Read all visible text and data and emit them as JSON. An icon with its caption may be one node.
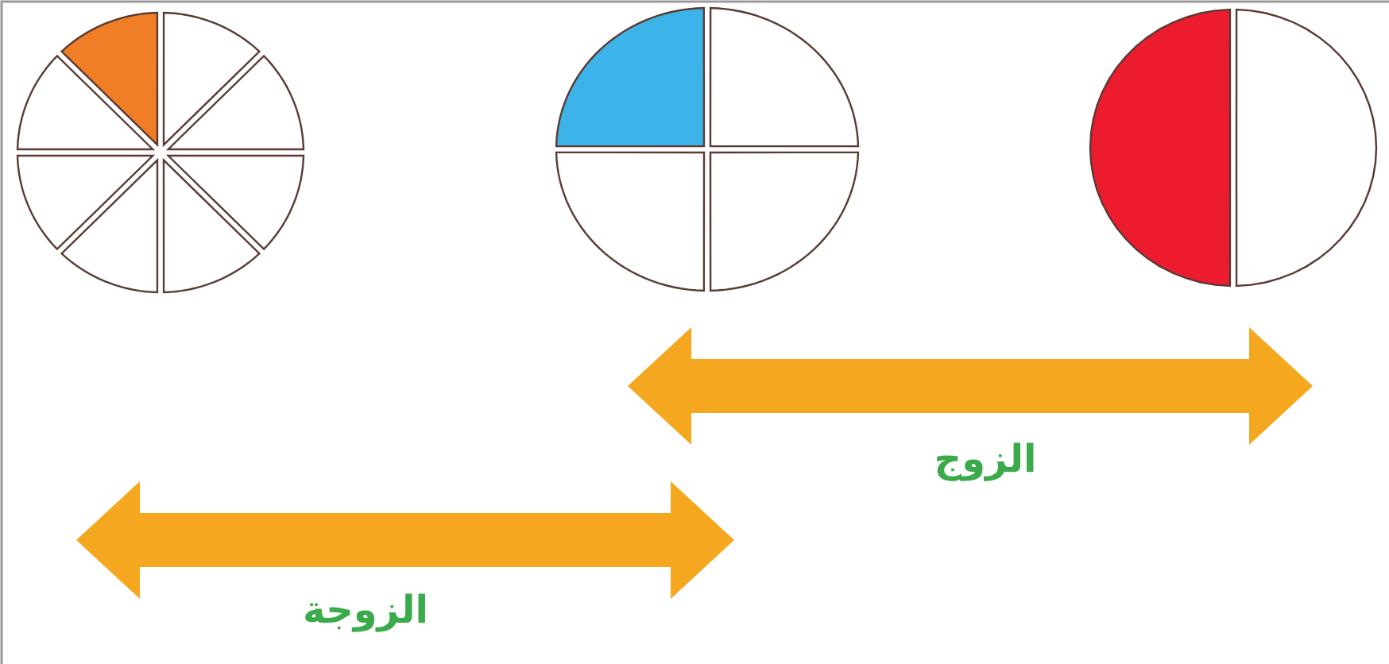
{
  "diagram": {
    "nodes": [
      {
        "text": [],
        "shape": "circle"
      },
      {
        "text": [],
        "shape": "circle"
      },
      {
        "text": [],
        "shape": "circle"
      }
    ],
    "labels": [
      "الزوج",
      "الزوجة"
    ]
  }
}
